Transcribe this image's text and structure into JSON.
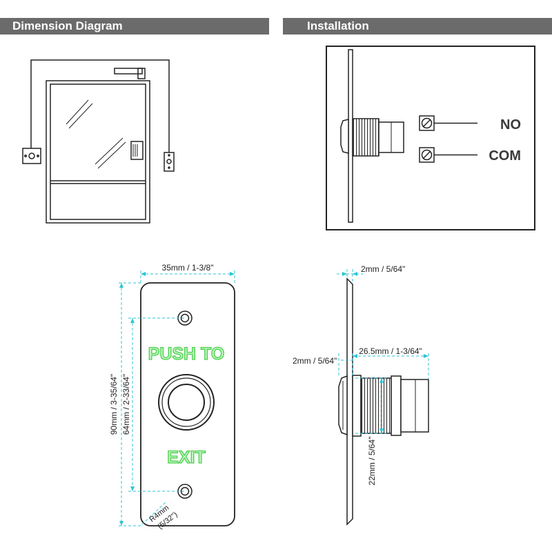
{
  "headers": {
    "dimension": "Dimension Diagram",
    "installation": "Installation"
  },
  "terminals": {
    "no": "NO",
    "com": "COM"
  },
  "faceplate": {
    "text_top": "PUSH TO",
    "text_bottom": "EXIT"
  },
  "dimensions": {
    "width": "35mm / 1-3/8\"",
    "height": "90mm / 3-35/64\"",
    "hole_spacing": "64mm / 2-33/64\"",
    "radius_line1": "R4mm",
    "radius_line2": "(5/32\")",
    "plate_thickness": "2mm / 5/64\"",
    "collar_thickness": "2mm / 5/64\"",
    "body_length": "26.5mm / 1-3/64\"",
    "body_diameter": "22mm / 5/64\""
  },
  "colors": {
    "header_bar": "#6b6b6b",
    "dimension_line": "#2ec4d6",
    "label_green": "#5ee05e"
  }
}
